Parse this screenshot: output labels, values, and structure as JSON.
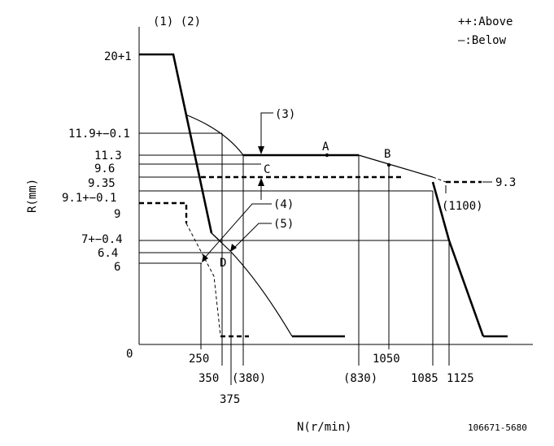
{
  "header": {
    "marks": "(1) (2)"
  },
  "legend": {
    "above": "++:Above",
    "below": "—:Below"
  },
  "axes": {
    "y_label": "R(mm)",
    "x_label": "N(r/min)",
    "origin": "0"
  },
  "y_labels": {
    "r20": "20+1",
    "r11_9": "11.9+−0.1",
    "r11_3": "11.3",
    "r9_6": "9.6",
    "r9_35": "9.35",
    "r9_1": "9.1+−0.1",
    "r9": "9",
    "r7": "7+−0.4",
    "r6_4": "6.4",
    "r6": "6"
  },
  "x_labels": {
    "n250": "250",
    "n350": "350",
    "n375": "375",
    "n380": "(380)",
    "n830": "(830)",
    "n1050": "1050",
    "n1085": "1085",
    "n1125": "1125"
  },
  "annotations": {
    "p3": "(3)",
    "p4": "(4)",
    "p5": "(5)",
    "A": "A",
    "B": "B",
    "C": "C",
    "D": "D",
    "r9_3": "9.3",
    "n1100": "(1100)"
  },
  "drawing_id": "106671-5680"
}
